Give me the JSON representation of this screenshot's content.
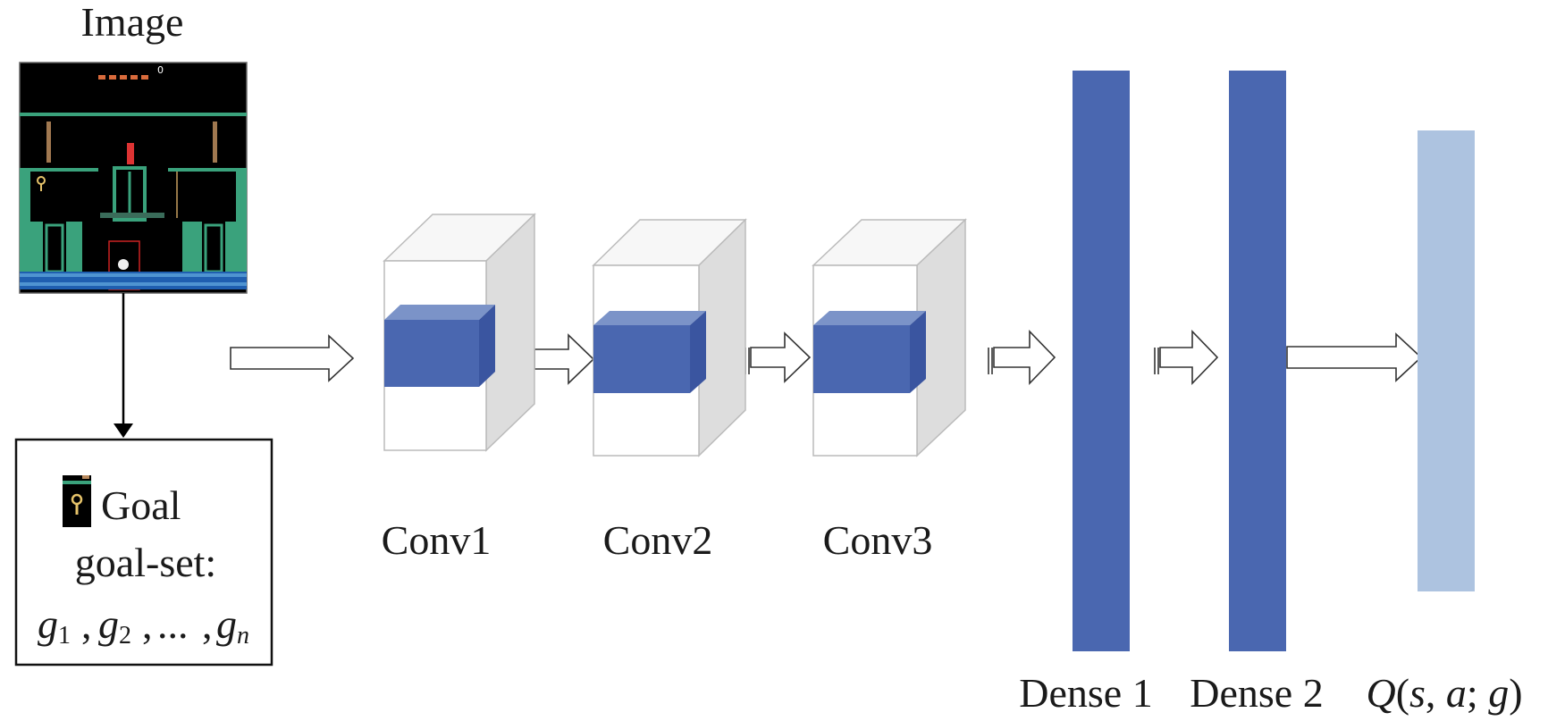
{
  "image_label": "Image",
  "goal_box": {
    "title": "Goal",
    "set_label": "goal-set:",
    "members": [
      "g1",
      "g2",
      "...",
      "gn"
    ]
  },
  "layers": {
    "conv1": "Conv1",
    "conv2": "Conv2",
    "conv3": "Conv3",
    "dense1": "Dense 1",
    "dense2": "Dense 2"
  },
  "output": {
    "q": "Q",
    "s": "s",
    "a": "a",
    "g": "g"
  },
  "colors": {
    "dense": "#4a67b0",
    "output": "#adc3e0",
    "cube_side": "#dddddd",
    "cube_edge": "#bbbbbb",
    "inner_front": "#4a67b0",
    "inner_top": "#7b93c8",
    "inner_side": "#3a55a0",
    "game_bg": "#000000",
    "game_green": "#3aa27c",
    "game_floor": "#1f5fb0"
  },
  "icons": [
    "key-icon"
  ]
}
